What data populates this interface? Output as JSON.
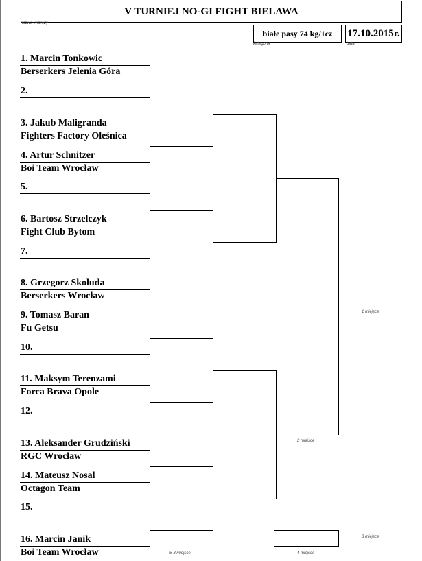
{
  "header": {
    "title": "V TURNIEJ NO-GI FIGHT BIELAWA",
    "title_caption": "nazwa imprezy",
    "category": "białe pasy 74 kg/1cz",
    "category_caption": "kategoria",
    "date": "17.10.2015r.",
    "date_caption": "data"
  },
  "slots": [
    {
      "name": "1. Marcin Tonkowic",
      "club": "Berserkers Jelenia Góra"
    },
    {
      "name": "2.",
      "club": ""
    },
    {
      "name": "3. Jakub Maligranda",
      "club": "Fighters Factory Oleśnica"
    },
    {
      "name": "4. Artur Schnitzer",
      "club": "Boi Team Wrocław"
    },
    {
      "name": "5.",
      "club": ""
    },
    {
      "name": "6. Bartosz Strzelczyk",
      "club": "Fight Club Bytom"
    },
    {
      "name": "7.",
      "club": ""
    },
    {
      "name": "8. Grzegorz Skołuda",
      "club": "Berserkers Wrocław"
    },
    {
      "name": "9. Tomasz Baran",
      "club": "Fu Getsu"
    },
    {
      "name": "10.",
      "club": ""
    },
    {
      "name": "11. Maksym Terenzami",
      "club": "Forca Brava Opole"
    },
    {
      "name": "12.",
      "club": ""
    },
    {
      "name": "13. Aleksander Grudziński",
      "club": "RGC Wrocław"
    },
    {
      "name": "14. Mateusz Nosal",
      "club": "Octagon Team"
    },
    {
      "name": "15.",
      "club": ""
    },
    {
      "name": "16. Marcin Janik",
      "club": "Boi Team Wrocław"
    }
  ],
  "places": {
    "first": "1 miejsce",
    "second": "2 miejsce",
    "third": "3 miejsce",
    "fourth": "4 miejsce",
    "fifth_eighth": "5-8 miejsce"
  }
}
